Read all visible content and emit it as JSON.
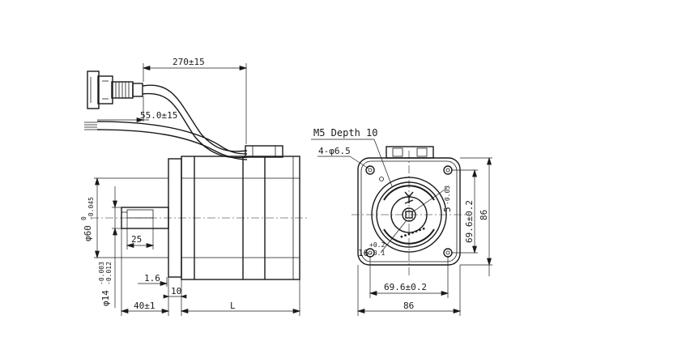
{
  "dimensions": {
    "cable_length": "270±15",
    "lead_length": "55.0±15",
    "shaft_diameter_main": "φ60",
    "shaft_diameter_main_tol_upper": "0",
    "shaft_diameter_main_tol_lower": "-0.045",
    "shaft_diameter_small": "φ14",
    "shaft_diameter_small_tol_upper": "-0.003",
    "shaft_diameter_small_tol_lower": "-0.012",
    "key_length": "25",
    "shoulder": "1.6",
    "flange_thickness": "10",
    "shaft_length": "40±1",
    "body_length": "L",
    "thread": "M5 Depth 10",
    "holes": "4-φ6.5",
    "key_width": "5",
    "key_width_tol": "-0.03",
    "key_height": "16",
    "key_height_tol_upper": "+0.2",
    "key_height_tol_lower": "-0.1",
    "bolt_circle_vertical": "69.6±0.2",
    "body_square_vertical": "86",
    "bolt_circle_horizontal": "69.6±0.2",
    "body_square_horizontal": "86"
  }
}
